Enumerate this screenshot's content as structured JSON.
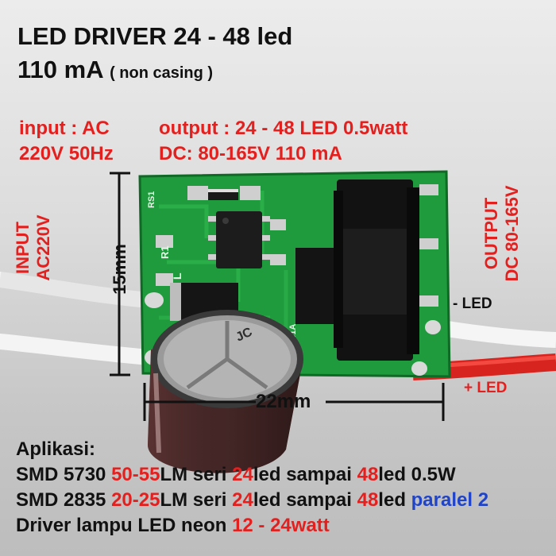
{
  "title": {
    "line1": "LED DRIVER 24 - 48 led",
    "line2_main": "110 mA",
    "line2_note": "( non casing )"
  },
  "input_spec": {
    "line1": "input  : AC",
    "line2": "220V 50Hz"
  },
  "output_spec": {
    "line1": "output  : 24 - 48 LED 0.5watt",
    "line2": "DC: 80-165V  110 mA"
  },
  "side_labels": {
    "input": [
      "INPUT",
      "AC220V"
    ],
    "output": [
      "OUTPUT",
      "DC 80-165V"
    ]
  },
  "dimensions": {
    "height": "15mm",
    "width": "22mm"
  },
  "wire_labels": {
    "negative": "- LED",
    "positive": "+ LED"
  },
  "board_markings": {
    "rs1": "RS1",
    "r1": "R1",
    "l": "L",
    "part": "LMSH-E31A"
  },
  "capacitor_marking": "JC",
  "applications": {
    "heading": "Aplikasi:",
    "rows": [
      [
        {
          "text": "SMD 5730 ",
          "color": "black"
        },
        {
          "text": "50-55",
          "color": "red"
        },
        {
          "text": "LM  seri ",
          "color": "black"
        },
        {
          "text": "24",
          "color": "red"
        },
        {
          "text": "led sampai ",
          "color": "black"
        },
        {
          "text": "48",
          "color": "red"
        },
        {
          "text": "led 0.5W",
          "color": "black"
        }
      ],
      [
        {
          "text": "SMD 2835 ",
          "color": "black"
        },
        {
          "text": "20-25",
          "color": "red"
        },
        {
          "text": "LM seri ",
          "color": "black"
        },
        {
          "text": "24",
          "color": "red"
        },
        {
          "text": "led sampai ",
          "color": "black"
        },
        {
          "text": "48",
          "color": "red"
        },
        {
          "text": "led ",
          "color": "black"
        },
        {
          "text": "paralel 2",
          "color": "blue"
        }
      ],
      [
        {
          "text": "Driver lampu LED neon ",
          "color": "black"
        },
        {
          "text": "12 - 24watt",
          "color": "red"
        }
      ]
    ]
  },
  "colors": {
    "red": "#e4201f",
    "blue": "#1f44c8",
    "pcb": "#1f9a3c"
  }
}
